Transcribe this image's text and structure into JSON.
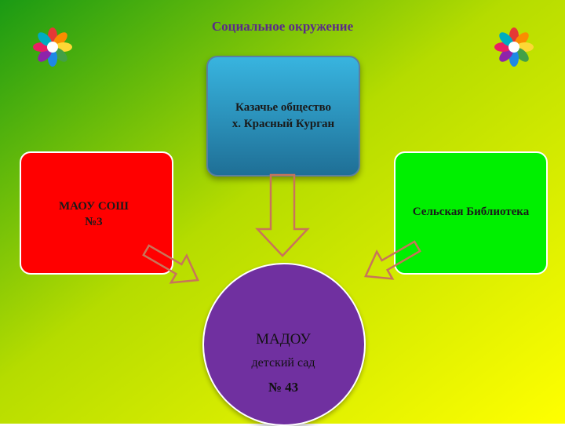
{
  "title": "Социальное окружение",
  "nodes": {
    "cossack": {
      "line1": "Казачье общество",
      "line2": "х. Красный Курган"
    },
    "school": {
      "line1": "МАОУ СОШ",
      "line2": "№3"
    },
    "library": {
      "label": "Сельская Библиотека"
    },
    "center": {
      "line1": "МАДОУ",
      "line2": "детский сад",
      "line3": "№ 43"
    }
  },
  "colors": {
    "background_top_left": "#1a9a14",
    "background_bottom_right": "#ffff00",
    "cossack_box": "#2aa3d0",
    "school_box": "#ff0000",
    "library_box": "#00f000",
    "center_circle": "#7030a0",
    "arrow_stroke": "#c8745a",
    "title_color": "#5a2a8a"
  },
  "icons": [
    "hands-circle-icon",
    "hands-circle-icon"
  ]
}
